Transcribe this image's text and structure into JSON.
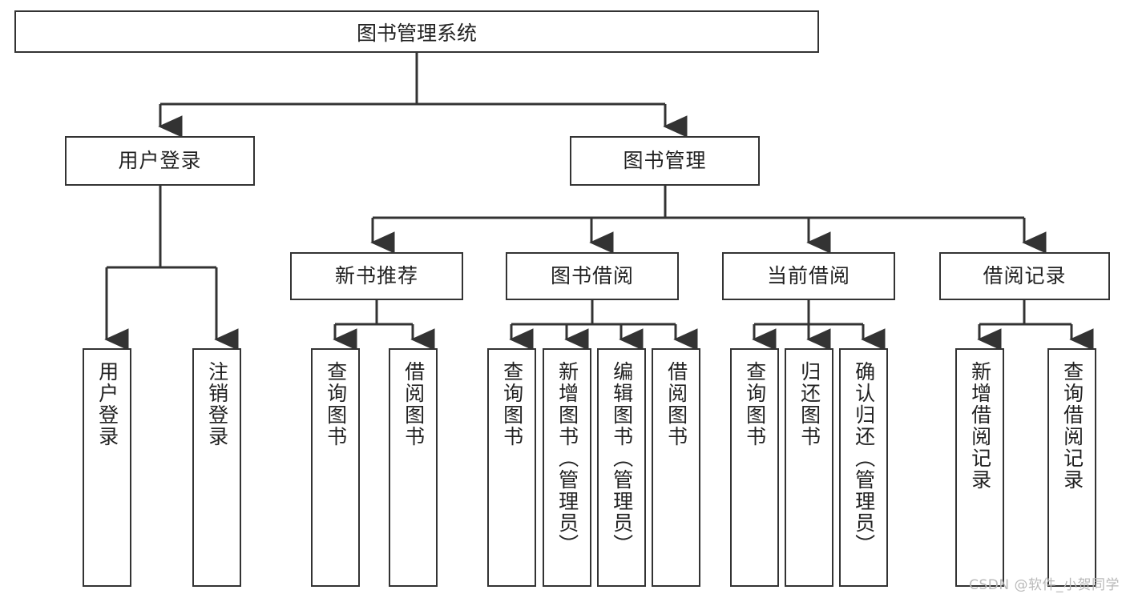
{
  "diagram": {
    "title": "图书管理系统",
    "type": "hierarchy-tree",
    "line_color": "#333333",
    "box_fill": "#ffffff",
    "root": {
      "label": "图书管理系统"
    },
    "level2": [
      {
        "label": "用户登录"
      },
      {
        "label": "图书管理"
      }
    ],
    "level3": [
      {
        "label": "新书推荐"
      },
      {
        "label": "图书借阅"
      },
      {
        "label": "当前借阅"
      },
      {
        "label": "借阅记录"
      }
    ],
    "leaves": {
      "user_login": [
        {
          "label": "用户登录"
        },
        {
          "label": "注销登录"
        }
      ],
      "new_book_recommend": [
        {
          "label": "查询图书"
        },
        {
          "label": "借阅图书"
        }
      ],
      "book_borrow": [
        {
          "label": "查询图书"
        },
        {
          "label": "新增图书（管理员）"
        },
        {
          "label": "编辑图书（管理员）"
        },
        {
          "label": "借阅图书"
        }
      ],
      "current_borrow": [
        {
          "label": "查询图书"
        },
        {
          "label": "归还图书"
        },
        {
          "label": "确认归还（管理员）"
        }
      ],
      "borrow_records": [
        {
          "label": "新增借阅记录"
        },
        {
          "label": "查询借阅记录"
        }
      ]
    }
  },
  "watermark": {
    "text": "CSDN @软件_小贺同学"
  }
}
